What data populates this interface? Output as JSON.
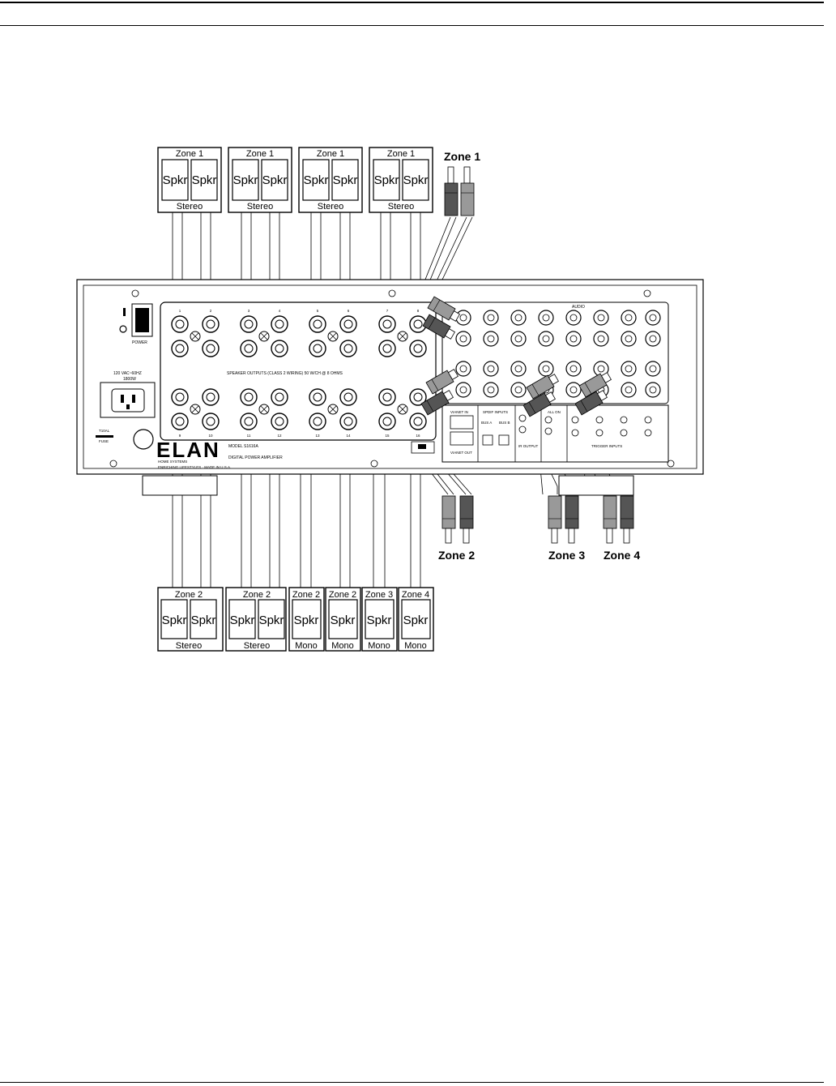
{
  "top_speakers": [
    {
      "zone": "Zone 1",
      "left": "Spkr",
      "right": "Spkr",
      "mode": "Stereo"
    },
    {
      "zone": "Zone 1",
      "left": "Spkr",
      "right": "Spkr",
      "mode": "Stereo"
    },
    {
      "zone": "Zone 1",
      "left": "Spkr",
      "right": "Spkr",
      "mode": "Stereo"
    },
    {
      "zone": "Zone 1",
      "left": "Spkr",
      "right": "Spkr",
      "mode": "Stereo"
    }
  ],
  "bottom_speakers_stereo": [
    {
      "zone": "Zone 2",
      "left": "Spkr",
      "right": "Spkr",
      "mode": "Stereo"
    },
    {
      "zone": "Zone 2",
      "left": "Spkr",
      "right": "Spkr",
      "mode": "Stereo"
    }
  ],
  "bottom_speakers_mono": [
    {
      "zone": "Zone 2",
      "spkr": "Spkr",
      "mode": "Mono"
    },
    {
      "zone": "Zone 2",
      "spkr": "Spkr",
      "mode": "Mono"
    },
    {
      "zone": "Zone 3",
      "spkr": "Spkr",
      "mode": "Mono"
    },
    {
      "zone": "Zone 4",
      "spkr": "Spkr",
      "mode": "Mono"
    }
  ],
  "rca_labels": {
    "zone1": "Zone 1",
    "zone2": "Zone 2",
    "zone3": "Zone 3",
    "zone4": "Zone 4"
  },
  "amp": {
    "logo": "ELAN",
    "logo_sub": "HOME SYSTEMS",
    "logo_tag": "ENRICHING LIFESTYLES · MADE IN U.S.A.",
    "model": "MODEL S1616A",
    "model_desc": "DIGITAL POWER AMPLIFIER",
    "power_label": "POWER",
    "ac_label": "120 VAC~60HZ",
    "ac_label_2": "1800W",
    "fuse_label": "T10AL",
    "fuse_label_2": "FUSE",
    "speaker_outputs_label": "SPEAKER OUTPUTS (CLASS 2 WIRING) 50 W/CH @ 8 OHMS",
    "audio_label": "AUDIO",
    "vianet_in": "VIANET IN",
    "vianet_out": "VIANET OUT",
    "spdif_inputs": "SPDIF INPUTS",
    "bus_a": "BUS A",
    "bus_b": "BUS B",
    "ir_output": "IR OUTPUT",
    "trigger_inputs": "TRIGGER INPUTS",
    "all_on": "ALL ON",
    "terminal_numbers_top": [
      "1",
      "2",
      "3",
      "4",
      "5",
      "6",
      "7",
      "8"
    ],
    "terminal_numbers_bottom": [
      "9",
      "10",
      "11",
      "12",
      "13",
      "14",
      "15",
      "16"
    ]
  }
}
